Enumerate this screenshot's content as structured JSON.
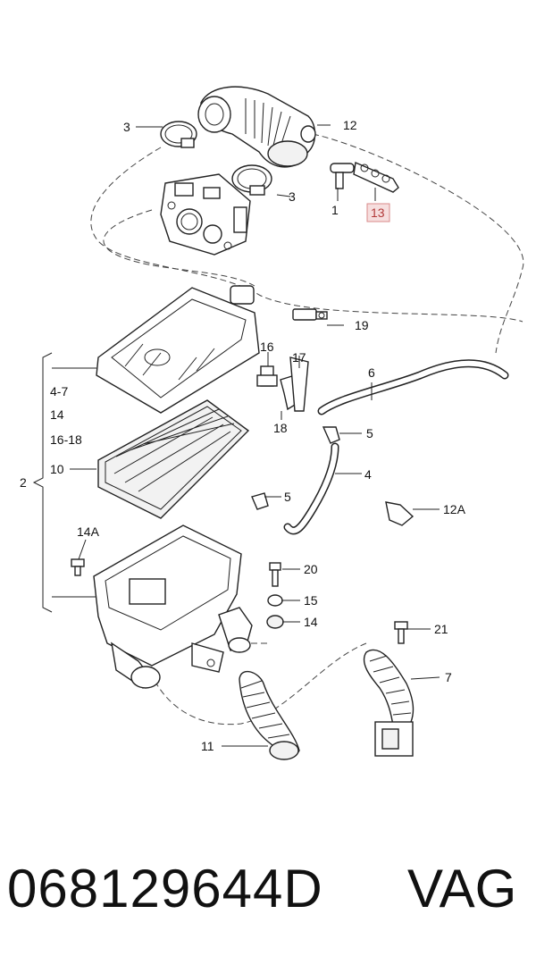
{
  "part_number": "068129644D",
  "brand": "VAG",
  "callouts": {
    "c1": "1",
    "c2": "2",
    "c3a": "3",
    "c3b": "3",
    "c4": "4",
    "c4_7": "4-7",
    "c5a": "5",
    "c5b": "5",
    "c6": "6",
    "c7": "7",
    "c10": "10",
    "c11": "11",
    "c12": "12",
    "c12A": "12A",
    "c13": "13",
    "c14a": "14",
    "c14b": "14",
    "c14A": "14A",
    "c15": "15",
    "c16": "16",
    "c16_18": "16-18",
    "c17": "17",
    "c18": "18",
    "c19": "19",
    "c20": "20",
    "c21": "21"
  },
  "highlight_color": "#f6dede"
}
